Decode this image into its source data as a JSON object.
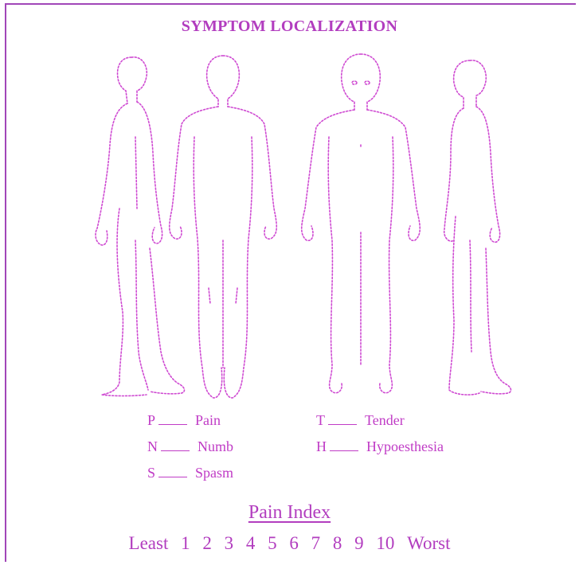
{
  "title": "SYMPTOM LOCALIZATION",
  "figures": {
    "views": [
      {
        "name": "left-side-view"
      },
      {
        "name": "back-view"
      },
      {
        "name": "front-view"
      },
      {
        "name": "right-side-view"
      }
    ]
  },
  "legend": [
    {
      "code": "P",
      "label": "Pain"
    },
    {
      "code": "N",
      "label": "Numb"
    },
    {
      "code": "S",
      "label": "Spasm"
    },
    {
      "code": "T",
      "label": "Tender"
    },
    {
      "code": "H",
      "label": "Hypoesthesia"
    }
  ],
  "pain_index": {
    "title": "Pain Index",
    "low_label": "Least",
    "high_label": "Worst",
    "values": [
      "1",
      "2",
      "3",
      "4",
      "5",
      "6",
      "7",
      "8",
      "9",
      "10"
    ]
  },
  "colors": {
    "ink": "#c03cc6",
    "border": "#a146b8"
  }
}
